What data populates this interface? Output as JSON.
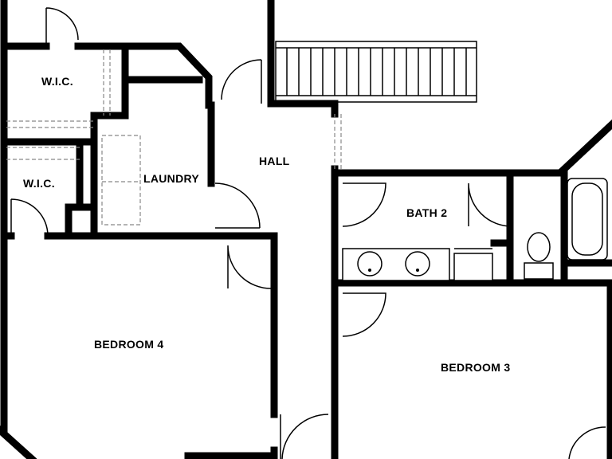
{
  "rooms": {
    "wic_top": "W.I.C.",
    "wic_bottom": "W.I.C.",
    "laundry": "LAUNDRY",
    "hall": "HALL",
    "bath2": "BATH 2",
    "bedroom4": "BEDROOM 4",
    "bedroom3": "BEDROOM 3"
  },
  "colors": {
    "wall": "#000000",
    "background": "#ffffff",
    "dashed": "#888888"
  }
}
